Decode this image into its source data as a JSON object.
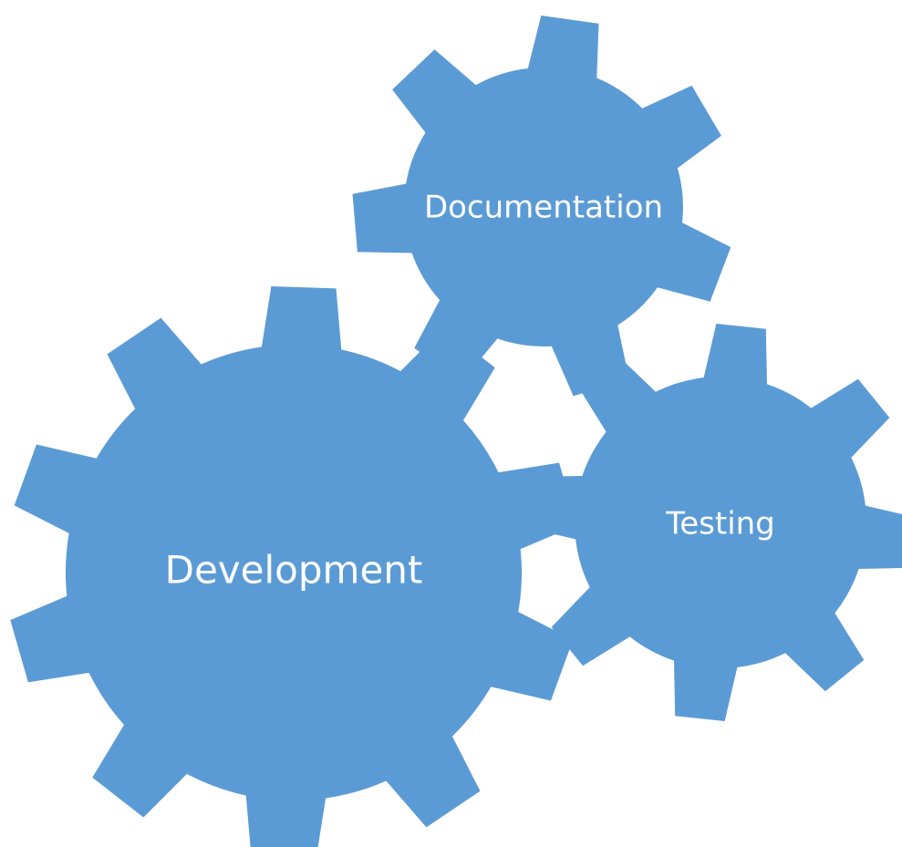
{
  "colors": {
    "gear_fill": "#5b9bd5",
    "label_text": "#ffffff",
    "background": "#ffffff"
  },
  "gears": [
    {
      "id": "development",
      "label": "Development",
      "icon": "gear-icon"
    },
    {
      "id": "documentation",
      "label": "Documentation",
      "icon": "gear-icon"
    },
    {
      "id": "testing",
      "label": "Testing",
      "icon": "gear-icon"
    }
  ]
}
